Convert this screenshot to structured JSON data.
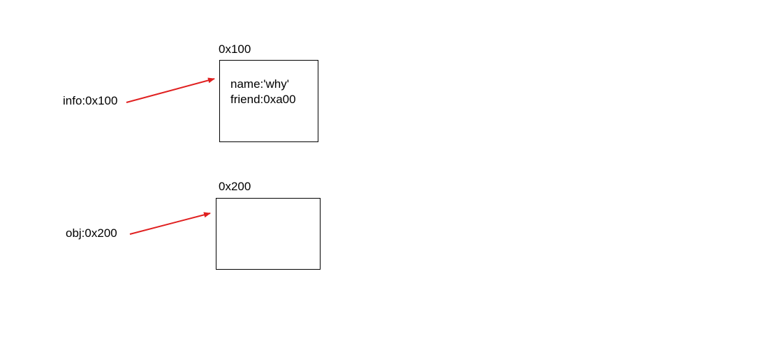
{
  "info": {
    "pointer_label": "info:0x100",
    "address": "0x100",
    "fields": [
      "name:'why'",
      "friend:0xa00"
    ]
  },
  "obj": {
    "pointer_label": "obj:0x200",
    "address": "0x200",
    "fields": []
  },
  "colors": {
    "arrow": "#e02020",
    "box_border": "#000000",
    "text": "#000000"
  }
}
